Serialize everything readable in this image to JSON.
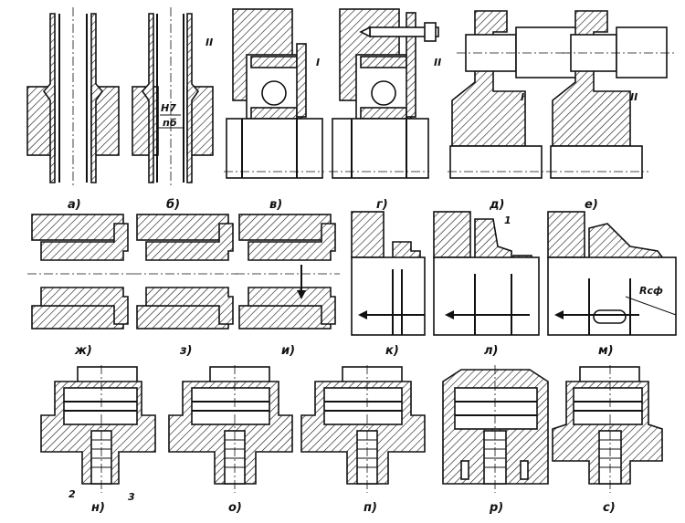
{
  "figure": {
    "captions": {
      "a": "а)",
      "b": "б)",
      "v": "в)",
      "g": "г)",
      "d": "д)",
      "e": "е)",
      "zh": "ж)",
      "z": "з)",
      "i": "и)",
      "k": "к)",
      "l": "л)",
      "m": "м)",
      "n": "н)",
      "o": "о)",
      "p": "п)",
      "r": "р)",
      "s": "с)"
    },
    "labels": {
      "roman_two": "II",
      "roman_one": "I",
      "fit_numerator": "H7",
      "fit_denominator": "nб",
      "one": "1",
      "two": "2",
      "three": "3",
      "radius": "Rсф"
    }
  }
}
